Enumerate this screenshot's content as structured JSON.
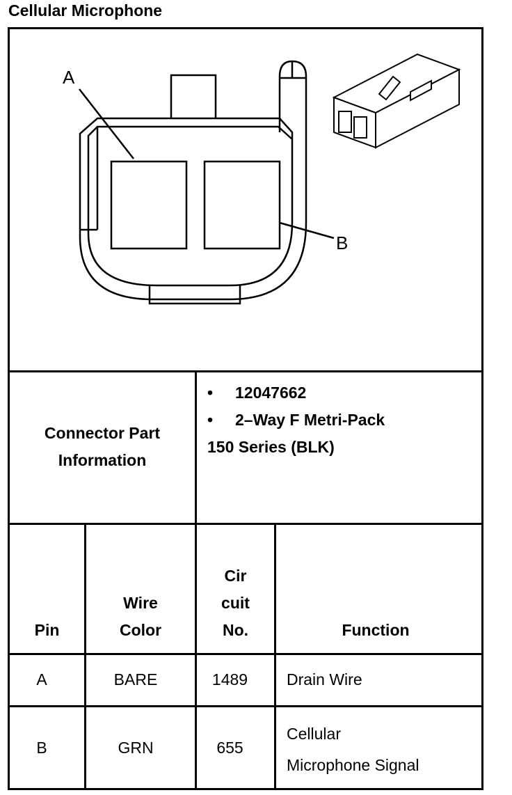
{
  "title": "Cellular Microphone",
  "diagram": {
    "label_a": "A",
    "label_b": "B"
  },
  "connector_info": {
    "label_line1": "Connector Part",
    "label_line2": "Information",
    "bullet_1": "12047662",
    "bullet_2": "2–Way F Metri-Pack",
    "continuation": "150 Series (BLK)",
    "bullet_symbol": "•"
  },
  "table": {
    "headers": {
      "pin": "Pin",
      "wire_color_1": "Wire",
      "wire_color_2": "Color",
      "circuit_1": "Cir",
      "circuit_2": "cuit",
      "circuit_3": "No.",
      "function": "Function"
    },
    "rows": [
      {
        "pin": "A",
        "wire_color": "BARE",
        "circuit": "1489",
        "function_1": "Drain Wire",
        "function_2": ""
      },
      {
        "pin": "B",
        "wire_color": "GRN",
        "circuit": "655",
        "function_1": "Cellular",
        "function_2": "Microphone Signal"
      }
    ]
  }
}
